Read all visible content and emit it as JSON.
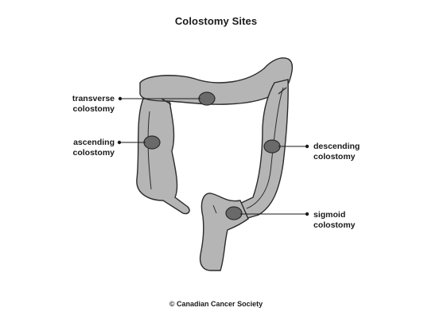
{
  "title": "Colostomy Sites",
  "labels": {
    "transverse": [
      "transverse",
      "colostomy"
    ],
    "ascending": [
      "ascending",
      "colostomy"
    ],
    "descending": [
      "descending",
      "colostomy"
    ],
    "sigmoid": [
      "sigmoid",
      "colostomy"
    ]
  },
  "copyright": "© Canadian Cancer Society",
  "colors": {
    "colon_fill": "#b5b5b5",
    "colon_stroke": "#2b2b2b",
    "stoma_fill": "#6a6a6a",
    "text": "#1a1a1a"
  }
}
